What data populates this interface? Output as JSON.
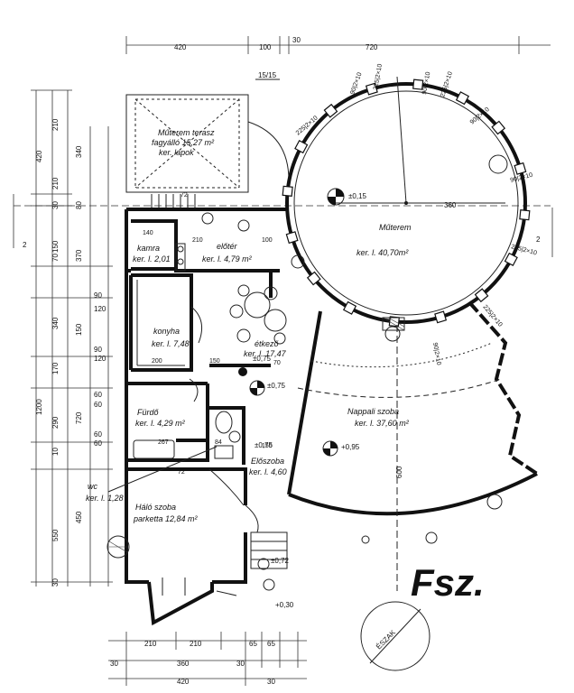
{
  "rooms": {
    "muterem": {
      "name": "Műterem",
      "area": "ker. l. 40,70m²"
    },
    "muterem_terasz": {
      "name": "Műterem terasz",
      "sub": "fagyálló 15,27 m²",
      "sub2": "ker. lapok"
    },
    "kamra": {
      "name": "kamra",
      "area": "ker. l. 2,01"
    },
    "eloter": {
      "name": "előtér",
      "area": "ker. l. 4,79 m²"
    },
    "konyha": {
      "name": "konyha",
      "area": "ker. l. 7,48"
    },
    "etkezo": {
      "name": "étkező",
      "area": "ker. l. 17,47"
    },
    "nappali": {
      "name": "Nappali szoba",
      "area": "ker. l. 37,60 m²"
    },
    "furdo": {
      "name": "Fürdő",
      "area": "ker. l. 4,29 m²"
    },
    "eloszoba": {
      "name": "Előszoba",
      "area": "ker. l. 4,60"
    },
    "wc": {
      "name": "wc",
      "area": "ker. l. 1,28"
    },
    "haloszoba": {
      "name": "Háló szoba",
      "area": "parketta 12,84 m²"
    }
  },
  "dims_top": [
    "420",
    "100",
    "30",
    "720"
  ],
  "dims_left": [
    "420",
    "210",
    "340",
    "210",
    "30",
    "80",
    "150",
    "370",
    "90",
    "120",
    "340",
    "150",
    "90",
    "120",
    "60",
    "60",
    "290",
    "720",
    "1200",
    "60",
    "60",
    "450",
    "550",
    "30",
    "10",
    "70",
    "170"
  ],
  "dims_bottom": [
    "210",
    "210",
    "65",
    "65",
    "30",
    "360",
    "30",
    "420",
    "30"
  ],
  "dims_circle": [
    "360",
    "72",
    "600"
  ],
  "levels": [
    "±0,15",
    "±0,75",
    "±0,75",
    "±0,72",
    "+0,30",
    "+0,95",
    "±0,75"
  ],
  "section_marks": [
    "2",
    "2"
  ],
  "scale_note": "15/15",
  "north_label": "ÉSZAK",
  "floor_label": "Fsz."
}
